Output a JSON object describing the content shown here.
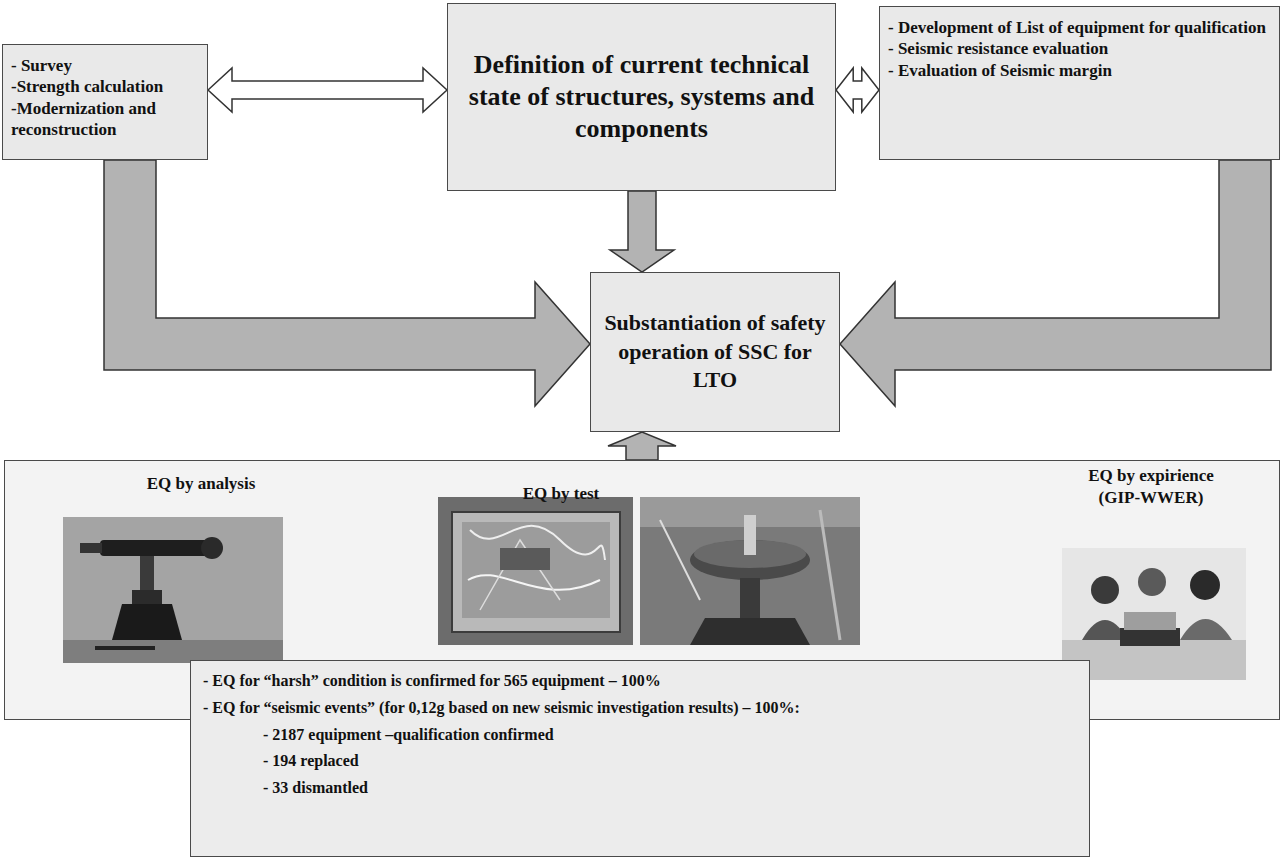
{
  "diagram": {
    "nodes": [
      {
        "text": [
          "- Survey",
          "-Strength calculation",
          "-Modernization and reconstruction"
        ]
      },
      {
        "text": [
          "Definition of current technical state of structures, systems and components"
        ]
      },
      {
        "text": [
          "- Development of List of equipment for qualification",
          "- Seismic resistance evaluation",
          "- Evaluation of Seismic margin"
        ]
      },
      {
        "text": [
          "Substantiation of safety operation of SSC for LTO"
        ]
      },
      {
        "text": [
          "EQ by analysis",
          "EQ by test",
          "EQ by expirience (GIP-WWER)"
        ]
      },
      {
        "text": [
          "- EQ for “harsh” condition is confirmed for 565 equipment – 100%",
          "- EQ for “seismic events” (for 0,12g based on new seismic investigation results) – 100%:",
          "- 2187 equipment –qualification confirmed",
          "- 194 replaced",
          "- 33 dismantled"
        ]
      }
    ],
    "edges": [
      {
        "from": 0,
        "to": 1,
        "arrow": "both"
      },
      {
        "from": 1,
        "to": 2,
        "arrow": "both"
      },
      {
        "from": 0,
        "to": 3,
        "arrow": "to"
      },
      {
        "from": 2,
        "to": 3,
        "arrow": "to"
      },
      {
        "from": 1,
        "to": 3,
        "arrow": "to"
      },
      {
        "from": 4,
        "to": 3,
        "arrow": "to"
      }
    ]
  }
}
